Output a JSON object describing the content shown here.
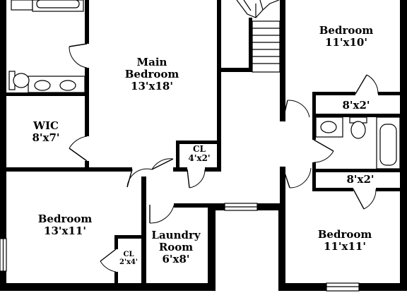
{
  "rooms": {
    "bedroom_ne": {
      "name": "Bedroom",
      "size": "11'x10'"
    },
    "main_bedroom": {
      "line1": "Main",
      "line2": "Bedroom",
      "size": "13'x18'"
    },
    "wic": {
      "name": "WIC",
      "size": "8'x7'"
    },
    "closet_main": {
      "name": "CL",
      "size": "4'x2'"
    },
    "closet_upper": {
      "size": "8'x2'"
    },
    "closet_lower": {
      "size": "8'x2'"
    },
    "bedroom_sw": {
      "name": "Bedroom",
      "size": "13'x11'"
    },
    "closet_sw": {
      "name": "CL",
      "size": "2'x4'"
    },
    "laundry": {
      "line1": "Laundry",
      "line2": "Room",
      "size": "6'x8'"
    },
    "bedroom_se": {
      "name": "Bedroom",
      "size": "11'x11'"
    }
  },
  "colors": {
    "wall": "#000000",
    "background": "#ffffff"
  }
}
